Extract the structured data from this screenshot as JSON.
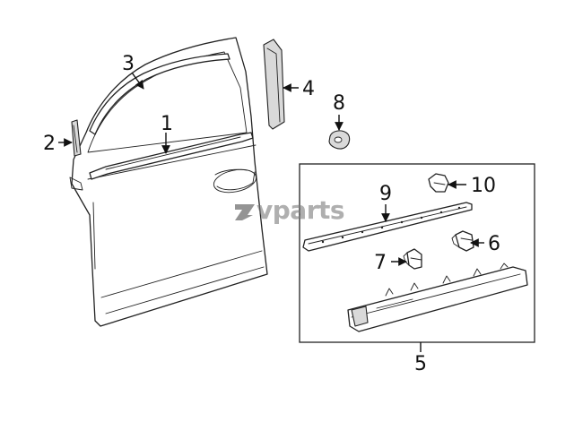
{
  "diagram": {
    "watermark": "vparts",
    "callouts": [
      {
        "id": "1",
        "label": "1"
      },
      {
        "id": "2",
        "label": "2"
      },
      {
        "id": "3",
        "label": "3"
      },
      {
        "id": "4",
        "label": "4"
      },
      {
        "id": "5",
        "label": "5"
      },
      {
        "id": "6",
        "label": "6"
      },
      {
        "id": "7",
        "label": "7"
      },
      {
        "id": "8",
        "label": "8"
      },
      {
        "id": "9",
        "label": "9"
      },
      {
        "id": "10",
        "label": "10"
      }
    ]
  }
}
